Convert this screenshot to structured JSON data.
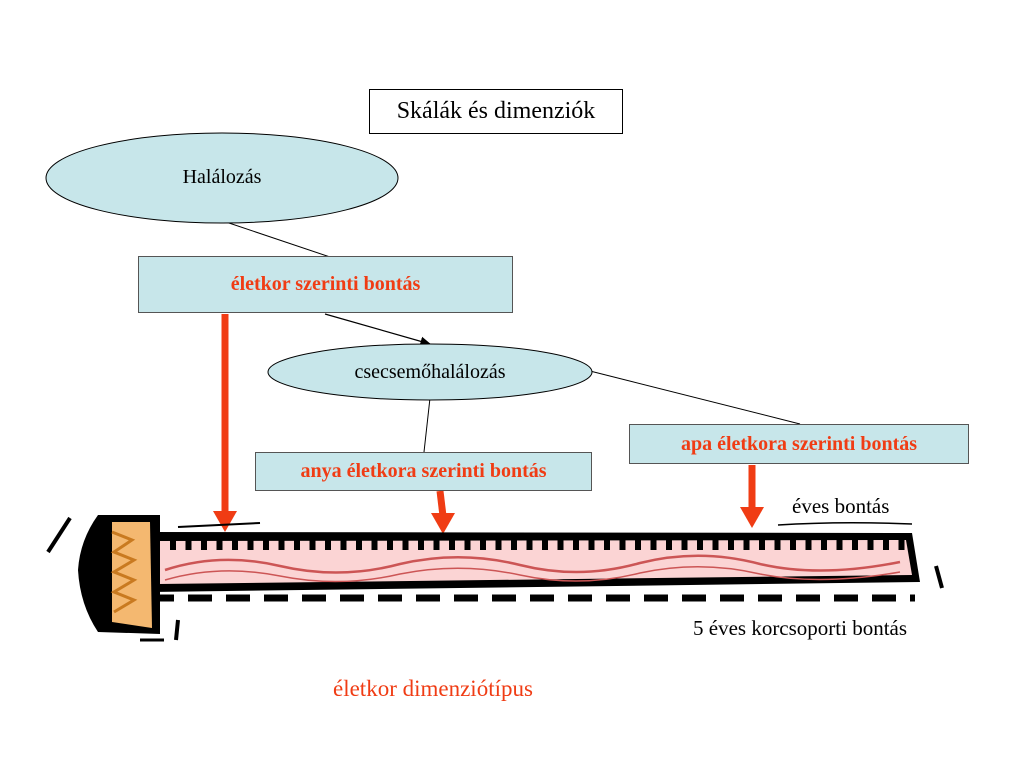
{
  "title": "Skálák és dimenziók",
  "nodes": {
    "halalozas": "Halálozás",
    "csecsemo": "csecsemőhalálozás",
    "eletkor_bontas": "életkor szerinti bontás",
    "anya_bontas": "anya életkora szerinti bontás",
    "apa_bontas": "apa életkora szerinti bontás"
  },
  "labels": {
    "eves": "éves bontás",
    "ot_eves": "5 éves korcsoporti bontás",
    "dimenzio": "életkor dimenziótípus"
  },
  "colors": {
    "accent": "#f03c14",
    "box_fill": "#c7e6ea",
    "ruler_fill": "#fbd4d4",
    "screw_head": "#f4b870"
  }
}
